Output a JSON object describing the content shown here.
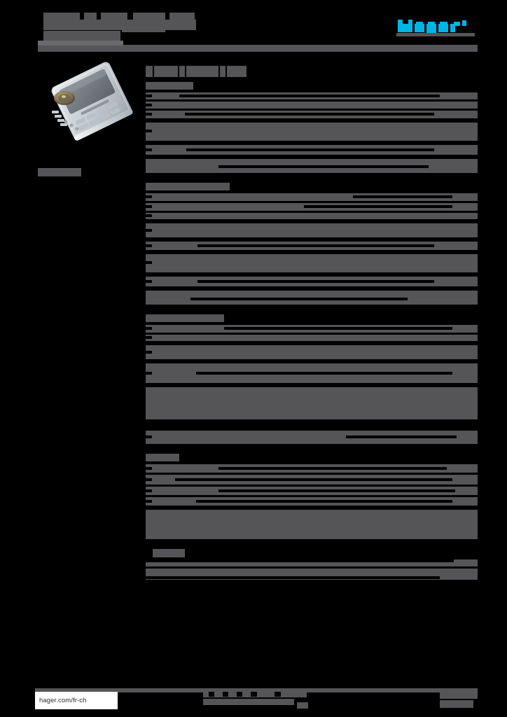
{
  "document": {
    "kind": "product-datasheet-cover",
    "redacted": true,
    "page_background": "#000000",
    "redaction_gray": "#555557",
    "redaction_black": "#000000"
  },
  "header": {
    "title_line_1": "[redacted]",
    "title_line_2": "[redacted]",
    "title_line_3": "[redacted]",
    "subtitle": "[redacted]",
    "rule_color": "#555557"
  },
  "brand": {
    "logo_name": "hager-logo",
    "logo_text": "hager",
    "logo_color": "#00b4e6",
    "logo_shadow_color": "#555557"
  },
  "product": {
    "image_name": "intercom-handset-product-photo",
    "alt": "[redacted product image]",
    "caption": "[redacted]",
    "body_color": "#c9ced3",
    "screen_color": "#73797f",
    "accent_color": "#8a7a5a"
  },
  "toc": {
    "heading": "[redacted]",
    "sections": [
      {
        "title": "[redacted]",
        "entries": [
          {
            "label": "[redacted]",
            "page": "[redacted]"
          },
          {
            "label": "[redacted]",
            "page": "[redacted]"
          },
          {
            "label": "[redacted]",
            "page": "[redacted]"
          },
          {
            "label": "[redacted]",
            "page": "[redacted]"
          },
          {
            "label": "[redacted]",
            "page": "[redacted]"
          },
          {
            "label": "[redacted]",
            "page": "[redacted]"
          }
        ]
      },
      {
        "title": "[redacted]",
        "entries": [
          {
            "label": "[redacted]",
            "page": "[redacted]"
          },
          {
            "label": "[redacted]",
            "page": "[redacted]"
          },
          {
            "label": "[redacted]",
            "page": "[redacted]"
          },
          {
            "label": "[redacted]",
            "page": "[redacted]"
          },
          {
            "label": "[redacted]",
            "page": "[redacted]"
          },
          {
            "label": "[redacted]",
            "page": "[redacted]"
          },
          {
            "label": "[redacted]",
            "page": "[redacted]"
          }
        ]
      },
      {
        "title": "[redacted]",
        "entries": [
          {
            "label": "[redacted]",
            "page": "[redacted]"
          },
          {
            "label": "[redacted]",
            "page": "[redacted]"
          },
          {
            "label": "[redacted]",
            "page": "[redacted]"
          },
          {
            "label": "[redacted]",
            "page": "[redacted]"
          },
          {
            "label": "[redacted]",
            "page": "[redacted]"
          }
        ]
      },
      {
        "title": "[redacted]",
        "entries": [
          {
            "label": "[redacted]",
            "page": "[redacted]"
          }
        ]
      },
      {
        "title": "[redacted]",
        "entries": [
          {
            "label": "[redacted]",
            "page": "[redacted]"
          },
          {
            "label": "[redacted]",
            "page": "[redacted]"
          },
          {
            "label": "[redacted]",
            "page": "[redacted]"
          },
          {
            "label": "[redacted]",
            "page": "[redacted]"
          },
          {
            "label": "[redacted]",
            "page": "[redacted]"
          }
        ]
      },
      {
        "title": "[redacted]",
        "entries": [
          {
            "label": "[redacted]",
            "page": "[redacted]"
          },
          {
            "label": "[redacted]",
            "page": "[redacted]"
          }
        ]
      }
    ]
  },
  "footer": {
    "url": "hager.com/fr-ch",
    "center_note": "[redacted]",
    "right_note": "[redacted]",
    "rule_color": "#555557"
  }
}
